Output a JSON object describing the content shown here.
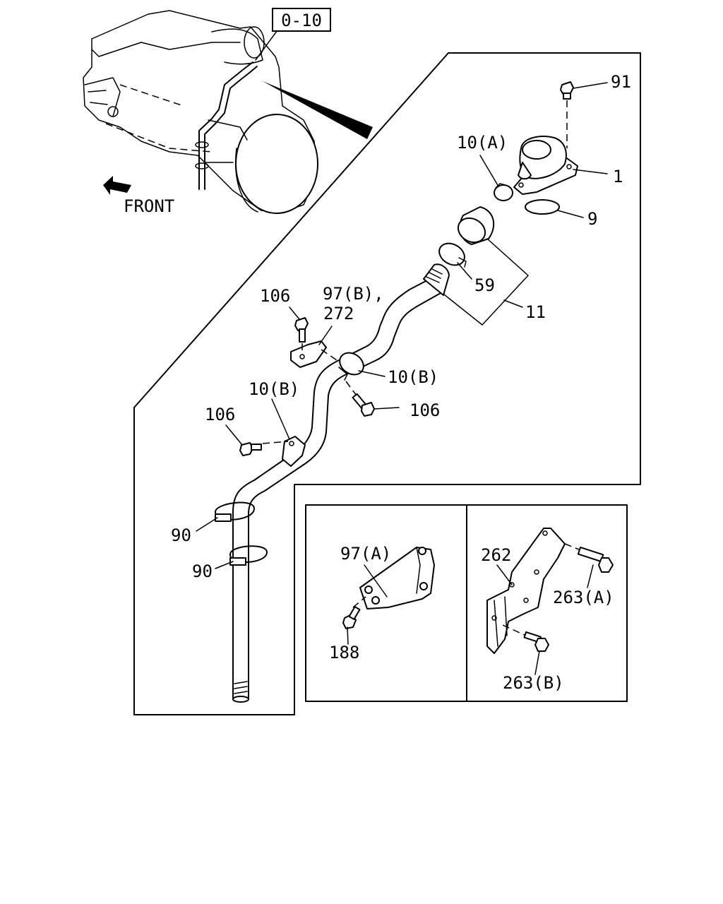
{
  "reference": {
    "label": "0-10"
  },
  "orientation": {
    "label": "FRONT"
  },
  "callouts": {
    "c91": "91",
    "c1": "1",
    "c10a": "10(A)",
    "c9": "9",
    "c59": "59",
    "c11": "11",
    "c106_top": "106",
    "c97b": "97(B),",
    "c272": "272",
    "c10b_upper": "10(B)",
    "c106_right": "106",
    "c10b_lower": "10(B)",
    "c106_left": "106",
    "c90_upper": "90",
    "c90_lower": "90",
    "c97a": "97(A)",
    "c188": "188",
    "c262": "262",
    "c263a": "263(A)",
    "c263b": "263(B)"
  }
}
